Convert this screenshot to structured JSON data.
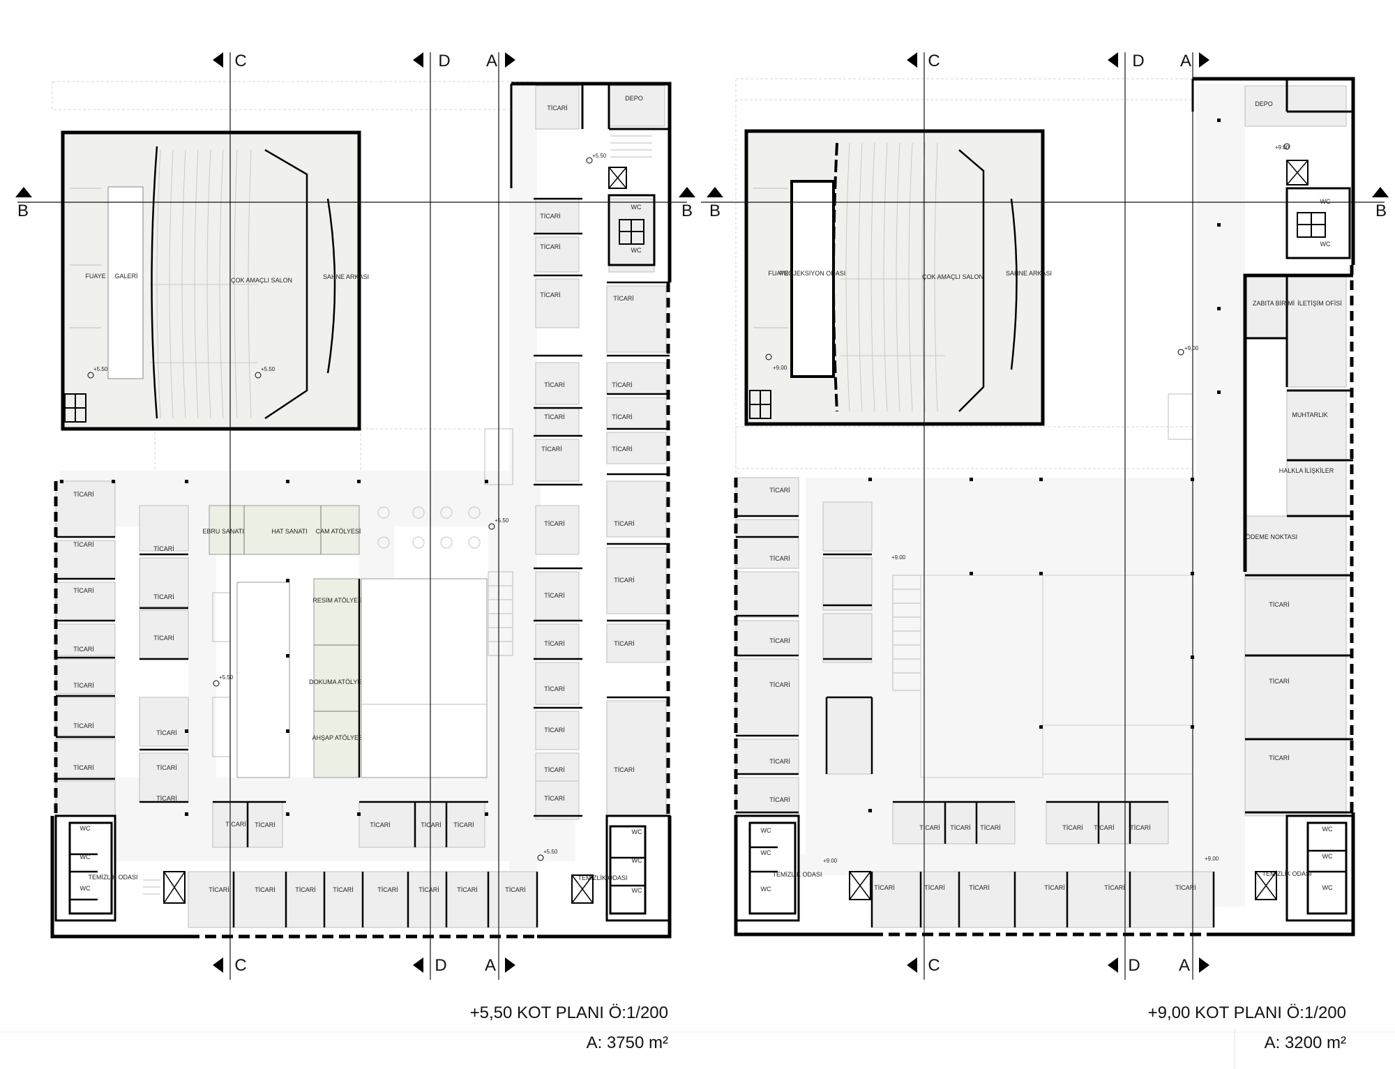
{
  "plans": [
    {
      "title": "+5,50 KOT PLANI Ö:1/200",
      "area": "A: 3750 m²",
      "section_marks": [
        "C",
        "D",
        "A",
        "B"
      ],
      "level_marks": [
        "+5.50"
      ],
      "rooms": {
        "fuaye": "FUAYE",
        "galeri": "GALERİ",
        "salon": "ÇOK AMAÇLI SALON",
        "sahne": "SAHNE ARKASI",
        "depo": "DEPO",
        "ticari": "TİCARİ",
        "wc": "WC",
        "temizlik": "TEMİZLİK ODASI",
        "ebru": "EBRU SANATI",
        "hat": "HAT SANATI",
        "cam": "CAM ATÖLYESİ",
        "resim": "RESİM ATÖLYESİ",
        "dokuma": "DOKUMA ATÖLYESİ",
        "ahsap": "AHŞAP ATÖLYESİ"
      }
    },
    {
      "title": "+9,00 KOT PLANI Ö:1/200",
      "area": "A: 3200 m²",
      "section_marks": [
        "C",
        "D",
        "A",
        "B"
      ],
      "level_marks": [
        "+9.00"
      ],
      "rooms": {
        "fuaye": "FUAYE",
        "projeksiyon": "PROJEKSİYON ODASI",
        "salon": "ÇOK AMAÇLI SALON",
        "sahne": "SAHNE ARKASI",
        "depo": "DEPO",
        "ticari": "TİCARİ",
        "wc": "WC",
        "temizlik": "TEMİZLİK ODASI",
        "zabita": "ZABITA BİRİMİ",
        "iletisim": "İLETİŞİM OFİSİ",
        "muhtarlik": "MUHTARLIK",
        "halkla": "HALKLA İLİŞKİLER",
        "odeme": "ÖDEME NOKTASI"
      }
    }
  ]
}
